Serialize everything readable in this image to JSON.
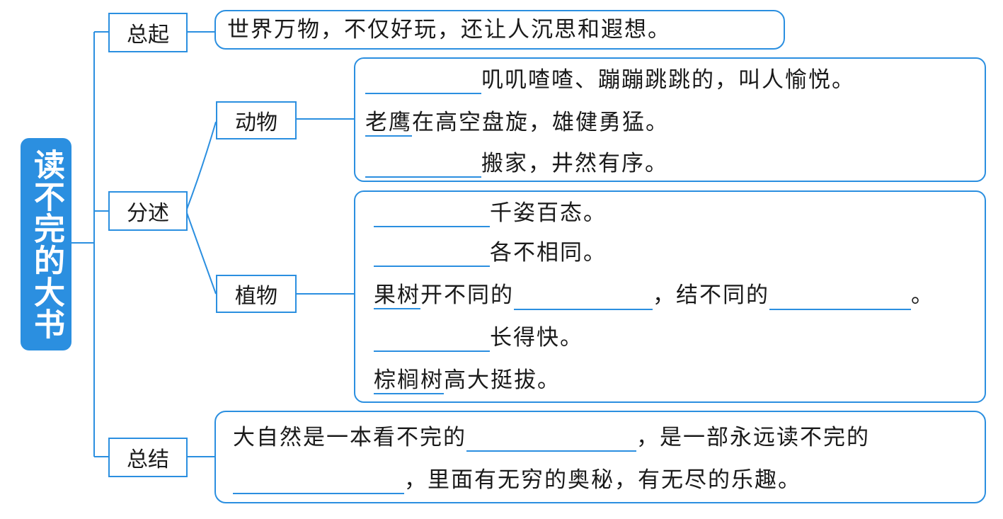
{
  "root": "读不完的大书",
  "sections": {
    "intro": {
      "label": "总起",
      "text": "世界万物，不仅好玩，还让人沉思和遐想。"
    },
    "details": {
      "label": "分述",
      "animals": {
        "label": "动物",
        "line1": "叽叽喳喳、蹦蹦跳跳的，叫人愉悦。",
        "line2_subject": "老鹰",
        "line2_rest": "在高空盘旋，雄健勇猛。",
        "line3": "搬家，井然有序。"
      },
      "plants": {
        "label": "植物",
        "line1": "千姿百态。",
        "line2": "各不相同。",
        "line3_subject": "果树",
        "line3_a": "开不同的",
        "line3_b": "，结不同的",
        "line3_end": "。",
        "line4": "长得快。",
        "line5_subject": "棕榈树",
        "line5_rest": "高大挺拔。"
      }
    },
    "summary": {
      "label": "总结",
      "line1_a": "大自然是一本看不完的",
      "line1_b": "，是一部永远读不完的",
      "line2": "，里面有无穷的奥秘，有无尽的乐趣。"
    }
  },
  "colors": {
    "accent": "#2b8fe0",
    "text": "#1a1a1a"
  }
}
